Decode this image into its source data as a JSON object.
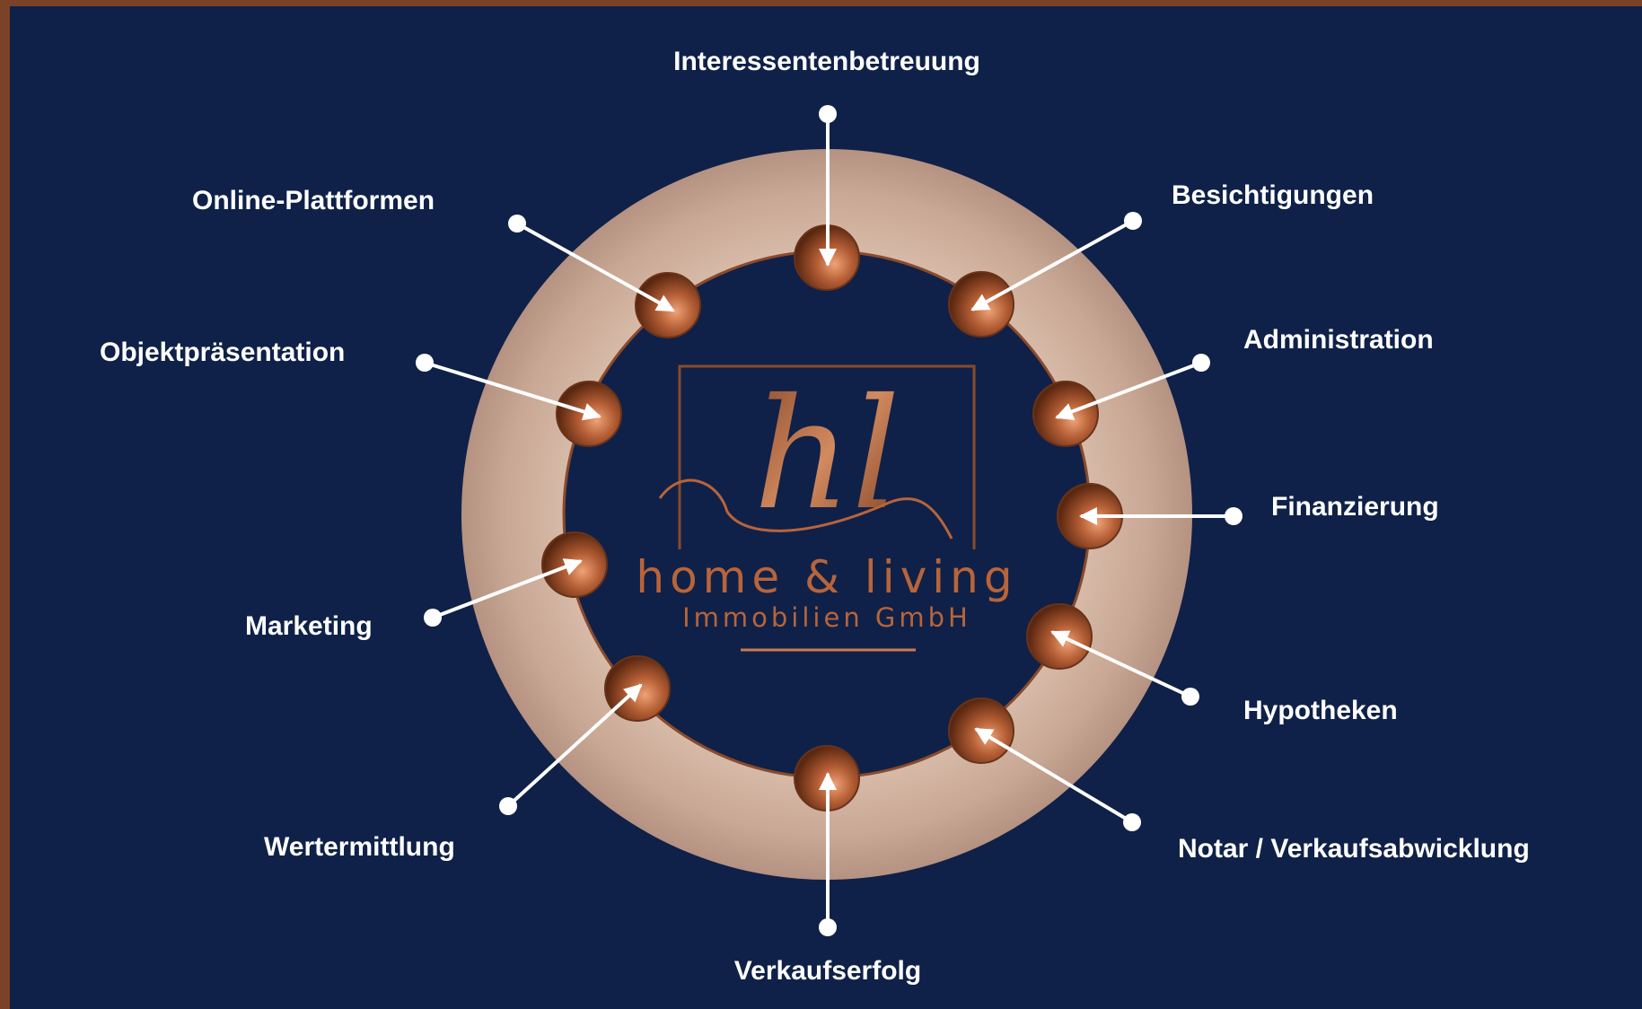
{
  "colors": {
    "background": "#0f2148",
    "frame": "#7a4226",
    "ring": "#d2b3a0",
    "copper": "#b8643a",
    "arrow": "#ffffff",
    "text": "#ffffff"
  },
  "logo": {
    "monogram": "hl",
    "name": "home & living",
    "company": "Immobilien GmbH"
  },
  "labels": {
    "interessentenbetreuung": "Interessentenbetreuung",
    "besichtigungen": "Besichtigungen",
    "administration": "Administration",
    "finanzierung": "Finanzierung",
    "hypotheken": "Hypotheken",
    "notar": "Notar / Verkaufsabwicklung",
    "verkaufserfolg": "Verkaufserfolg",
    "wertermittlung": "Wertermittlung",
    "marketing": "Marketing",
    "objektpraesentation": "Objektpräsentation",
    "online_plattformen": "Online-Plattformen"
  }
}
